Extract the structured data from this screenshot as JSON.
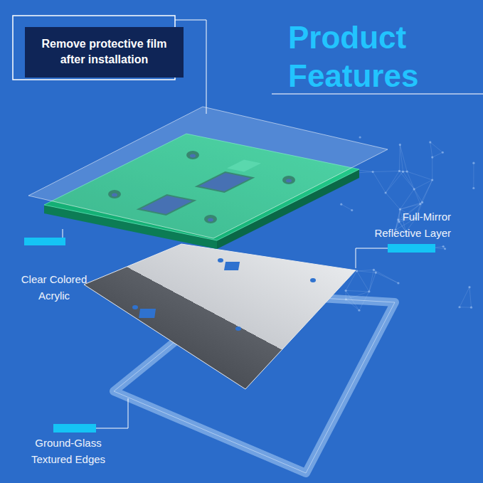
{
  "diagram": {
    "title": "Product Features",
    "nodes": [
      {
        "text": [
          "Remove protective film after installation"
        ]
      }
    ],
    "labels": [
      "Clear Colored Acrylic",
      "Full-Mirror Reflective Layer",
      "Ground-Glass Textured Edges"
    ]
  }
}
